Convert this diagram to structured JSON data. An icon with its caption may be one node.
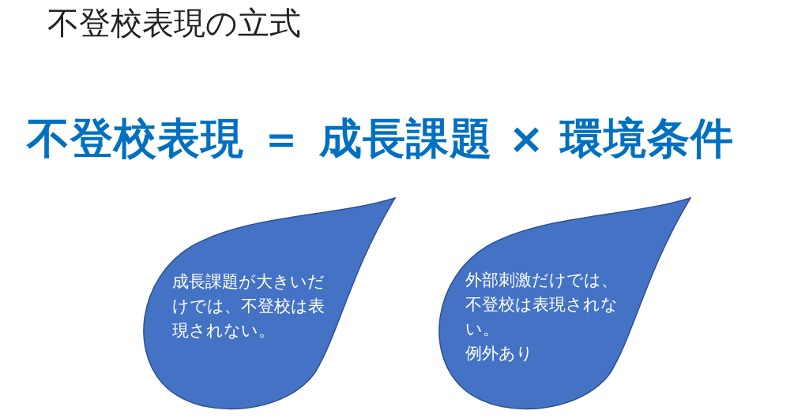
{
  "diagram": {
    "title": "不登校表現の立式",
    "nodes": [
      {
        "text": [
          "成長課題が大きいだけでは、不登校は表現されない。"
        ]
      },
      {
        "text": [
          "外部刺激だけでは、不登校は表現されない。",
          "例外あり"
        ]
      }
    ],
    "labels": [
      "不登校表現 ＝ 成長課題 × 環境条件"
    ]
  }
}
